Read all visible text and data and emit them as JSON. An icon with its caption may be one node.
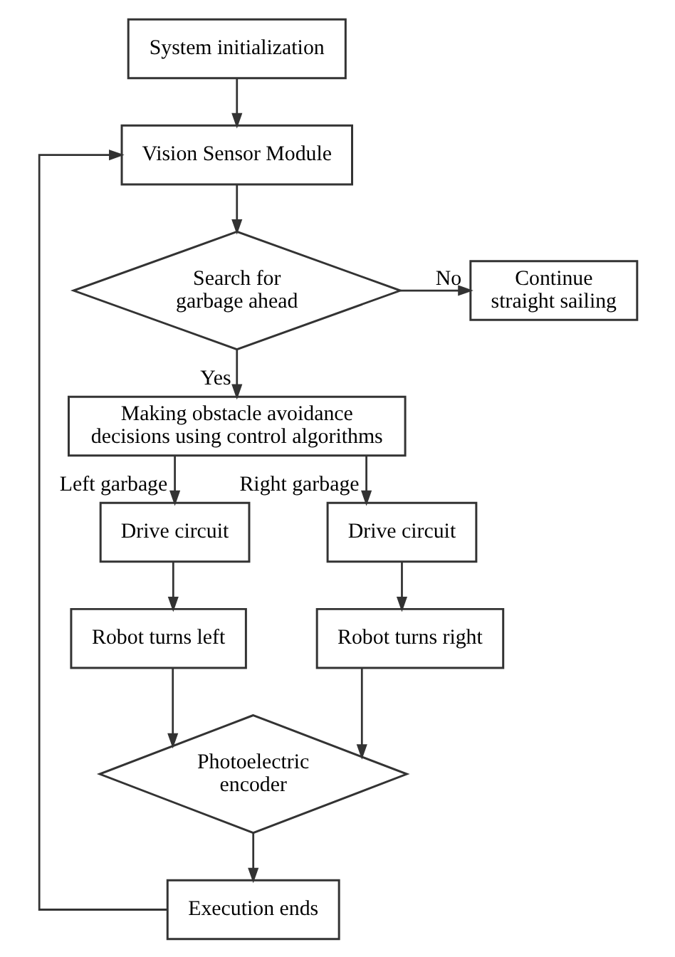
{
  "diagram": {
    "nodes": [
      {
        "text": [
          "System initialization"
        ]
      },
      {
        "text": [
          "Vision Sensor Module"
        ]
      },
      {
        "text": [
          "Search for garbage ahead"
        ]
      },
      {
        "text": [
          "Continue straight sailing"
        ]
      },
      {
        "text": [
          "Making obstacle avoidance decisions using control algorithms"
        ]
      },
      {
        "text": [
          "Drive circuit"
        ]
      },
      {
        "text": [
          "Robot turns left"
        ]
      },
      {
        "text": [
          "Drive circuit"
        ]
      },
      {
        "text": [
          "Robot turns right"
        ]
      },
      {
        "text": [
          "Photoelectric encoder"
        ]
      },
      {
        "text": [
          "Execution ends"
        ]
      }
    ],
    "edges": [
      {
        "from": 0,
        "to": 1,
        "arrow": "to"
      },
      {
        "from": 1,
        "to": 2,
        "arrow": "to"
      },
      {
        "from": 2,
        "to": 3,
        "label": "No",
        "arrow": "to"
      },
      {
        "from": 2,
        "to": 4,
        "label": "Yes",
        "arrow": "to"
      },
      {
        "from": 4,
        "to": 5,
        "label": "Left garbage",
        "arrow": "to"
      },
      {
        "from": 4,
        "to": 7,
        "label": "Right garbage",
        "arrow": "to"
      },
      {
        "from": 5,
        "to": 6,
        "arrow": "to"
      },
      {
        "from": 7,
        "to": 8,
        "arrow": "to"
      },
      {
        "from": 6,
        "to": 9,
        "arrow": "to"
      },
      {
        "from": 8,
        "to": 9,
        "arrow": "to"
      },
      {
        "from": 9,
        "to": 10,
        "arrow": "to"
      },
      {
        "from": 10,
        "to": 1,
        "arrow": "to"
      }
    ]
  }
}
